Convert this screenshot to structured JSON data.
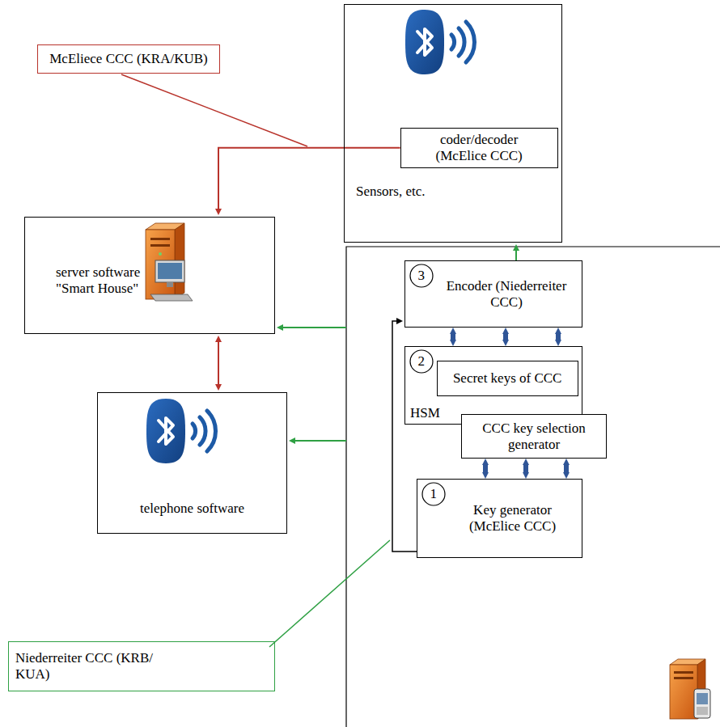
{
  "diagram": {
    "nodes": [
      {
        "text": [
          "McEliece CCC (KRA/KUB)"
        ]
      },
      {
        "text": [
          "Sensors, etc."
        ]
      },
      {
        "text": [
          "coder/decoder (McElice CCC)"
        ],
        "in": 1
      },
      {
        "text": [
          "server software \"Smart House\""
        ]
      },
      {
        "text": [
          "Encoder (Niederreiter CCC)"
        ]
      },
      {
        "text": [
          "3"
        ],
        "in": 4
      },
      {
        "text": [
          "HSM"
        ]
      },
      {
        "text": [
          "2"
        ],
        "in": 6
      },
      {
        "text": [
          "Secret keys of CCC"
        ],
        "in": 6
      },
      {
        "text": [
          "CCC key selection generator"
        ]
      },
      {
        "text": [
          "telephone software"
        ]
      },
      {
        "text": [
          "Key generator (McElice CCC)"
        ]
      },
      {
        "text": [
          "1"
        ],
        "in": 11
      },
      {
        "text": [
          "Niederreiter CCC (KRB/ KUA)"
        ]
      }
    ],
    "edges": [
      {
        "from": 2,
        "to": 3,
        "arrow": "to"
      },
      {
        "from": 3,
        "to": 10,
        "arrow": "both"
      },
      {
        "from": 4,
        "to": 1,
        "arrow": "to"
      },
      {
        "from": 11,
        "to": 4,
        "arrow": "to"
      },
      {
        "from": 4,
        "to": 6,
        "arrow": "both"
      },
      {
        "from": 4,
        "to": 6,
        "arrow": "both"
      },
      {
        "from": 4,
        "to": 6,
        "arrow": "both"
      },
      {
        "from": 9,
        "to": 11,
        "arrow": "both"
      },
      {
        "from": 9,
        "to": 11,
        "arrow": "both"
      },
      {
        "from": 9,
        "to": 11,
        "arrow": "both"
      }
    ]
  }
}
